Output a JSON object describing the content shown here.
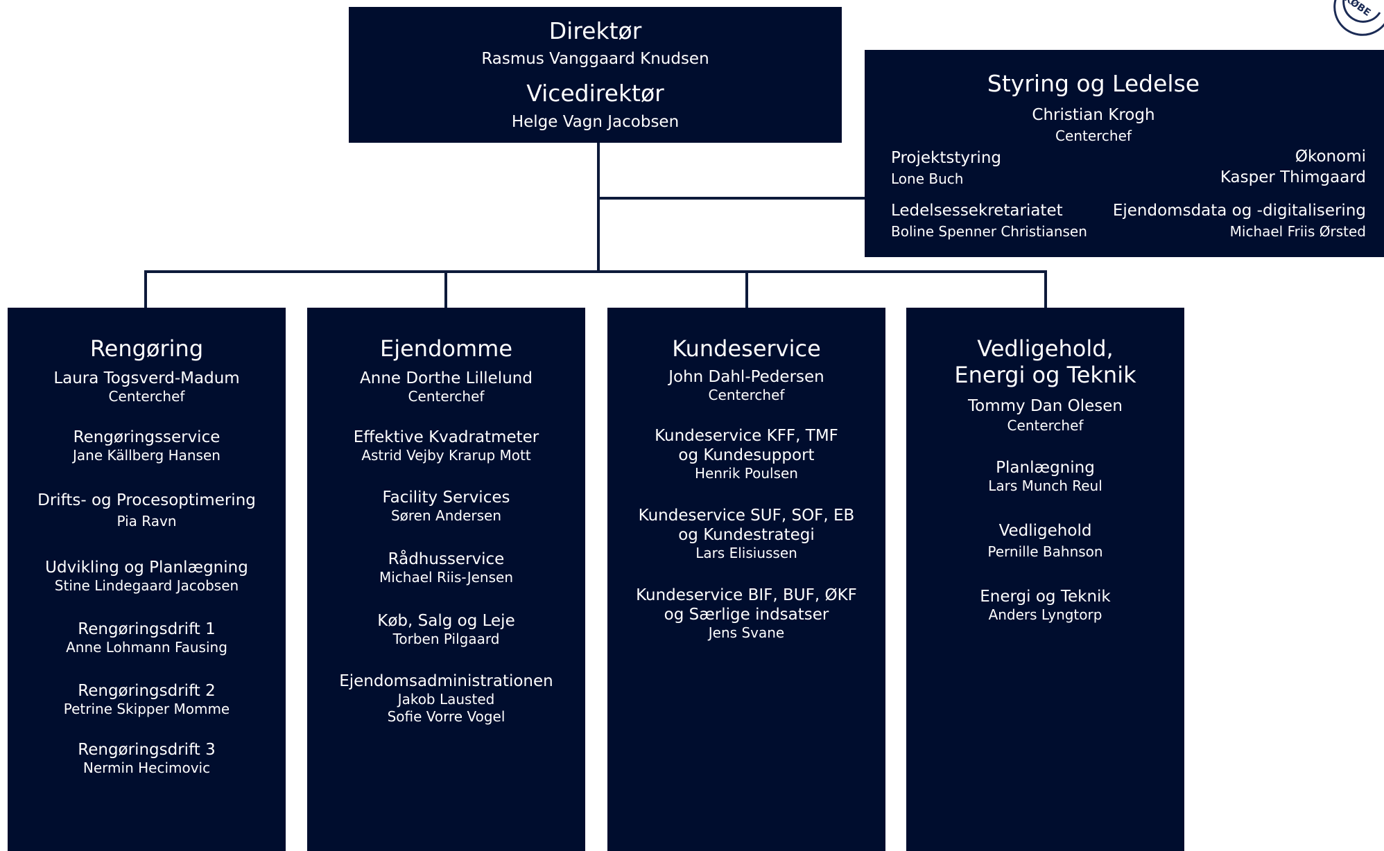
{
  "logo": {
    "text": "KØBE"
  },
  "director": {
    "title": "Direktør",
    "name": "Rasmus Vanggaard Knudsen",
    "vice_title": "Vicedirektør",
    "vice_name": "Helge Vagn Jacobsen"
  },
  "styring": {
    "title": "Styring og Ledelse",
    "head_name": "Christian Krogh",
    "head_role": "Centerchef",
    "units": [
      {
        "name": "Projektstyring",
        "person": "Lone Buch"
      },
      {
        "name": "Økonomi",
        "person": "Kasper Thimgaard"
      },
      {
        "name": "Ledelsessekretariatet",
        "person": "Boline Spenner Christiansen"
      },
      {
        "name": "Ejendomsdata og -digitalisering",
        "person": "Michael Friis Ørsted"
      }
    ]
  },
  "departments": [
    {
      "title": "Rengøring",
      "head_name": "Laura Togsverd-Madum",
      "head_role": "Centerchef",
      "units": [
        {
          "name": "Rengøringsservice",
          "person": "Jane Källberg Hansen"
        },
        {
          "name": "Drifts- og Procesoptimering",
          "person": "Pia Ravn"
        },
        {
          "name": "Udvikling og Planlægning",
          "person": "Stine Lindegaard Jacobsen"
        },
        {
          "name": "Rengøringsdrift 1",
          "person": "Anne Lohmann Fausing"
        },
        {
          "name": "Rengøringsdrift 2",
          "person": "Petrine Skipper Momme"
        },
        {
          "name": "Rengøringsdrift 3",
          "person": "Nermin Hecimovic"
        }
      ]
    },
    {
      "title": "Ejendomme",
      "head_name": "Anne Dorthe Lillelund",
      "head_role": "Centerchef",
      "units": [
        {
          "name": "Effektive Kvadratmeter",
          "person": "Astrid Vejby Krarup Mott"
        },
        {
          "name": "Facility Services",
          "person": "Søren Andersen"
        },
        {
          "name": "Rådhusservice",
          "person": "Michael Riis-Jensen"
        },
        {
          "name": "Køb, Salg og Leje",
          "person": "Torben Pilgaard"
        },
        {
          "name": "Ejendomsadministrationen",
          "person": "Jakob Lausted",
          "person2": "Sofie Vorre Vogel"
        }
      ]
    },
    {
      "title": "Kundeservice",
      "head_name": "John Dahl-Pedersen",
      "head_role": "Centerchef",
      "units": [
        {
          "name": "Kundeservice  KFF, TMF",
          "name2": "og Kundesupport",
          "person": "Henrik Poulsen"
        },
        {
          "name": "Kundeservice  SUF, SOF, EB",
          "name2": "og Kundestrategi",
          "person": "Lars Elisiussen"
        },
        {
          "name": "Kundeservice BIF, BUF, ØKF",
          "name2": "og Særlige indsatser",
          "person": "Jens Svane"
        }
      ]
    },
    {
      "title": "Vedligehold,",
      "title2": "Energi og Teknik",
      "head_name": "Tommy Dan Olesen",
      "head_role": "Centerchef",
      "units": [
        {
          "name": "Planlægning",
          "person": "Lars Munch Reul"
        },
        {
          "name": "Vedligehold",
          "person": "Pernille Bahnson"
        },
        {
          "name": "Energi og Teknik",
          "person": "Anders Lyngtorp"
        }
      ]
    }
  ]
}
